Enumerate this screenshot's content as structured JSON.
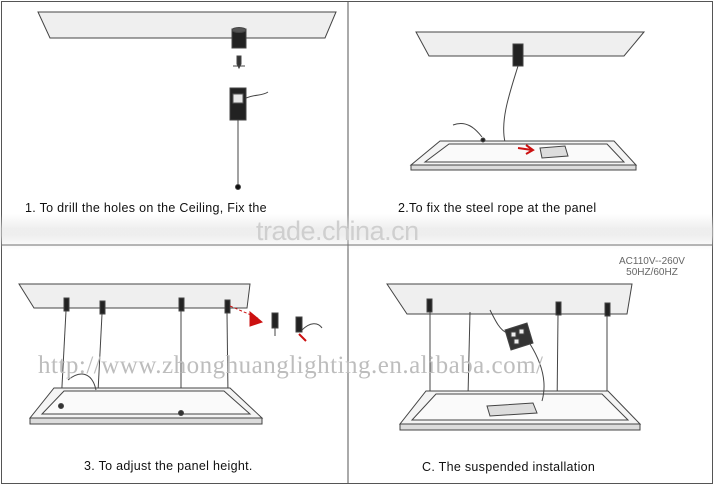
{
  "steps": [
    {
      "label": "1. To drill the holes on the Ceiling, Fix the"
    },
    {
      "label": "2.To fix the steel rope at the panel"
    },
    {
      "label": "3. To adjust the panel height."
    },
    {
      "label": "C. The suspended installation"
    }
  ],
  "power_spec": {
    "voltage": "AC110V--260V",
    "frequency": "50HZ/60HZ"
  },
  "watermarks": {
    "site": "trade.china.cn",
    "url": "http://www.zhonghuanglighting.en.alibaba.com/"
  },
  "colors": {
    "line": "#555555",
    "arrow": "#cc1111"
  }
}
